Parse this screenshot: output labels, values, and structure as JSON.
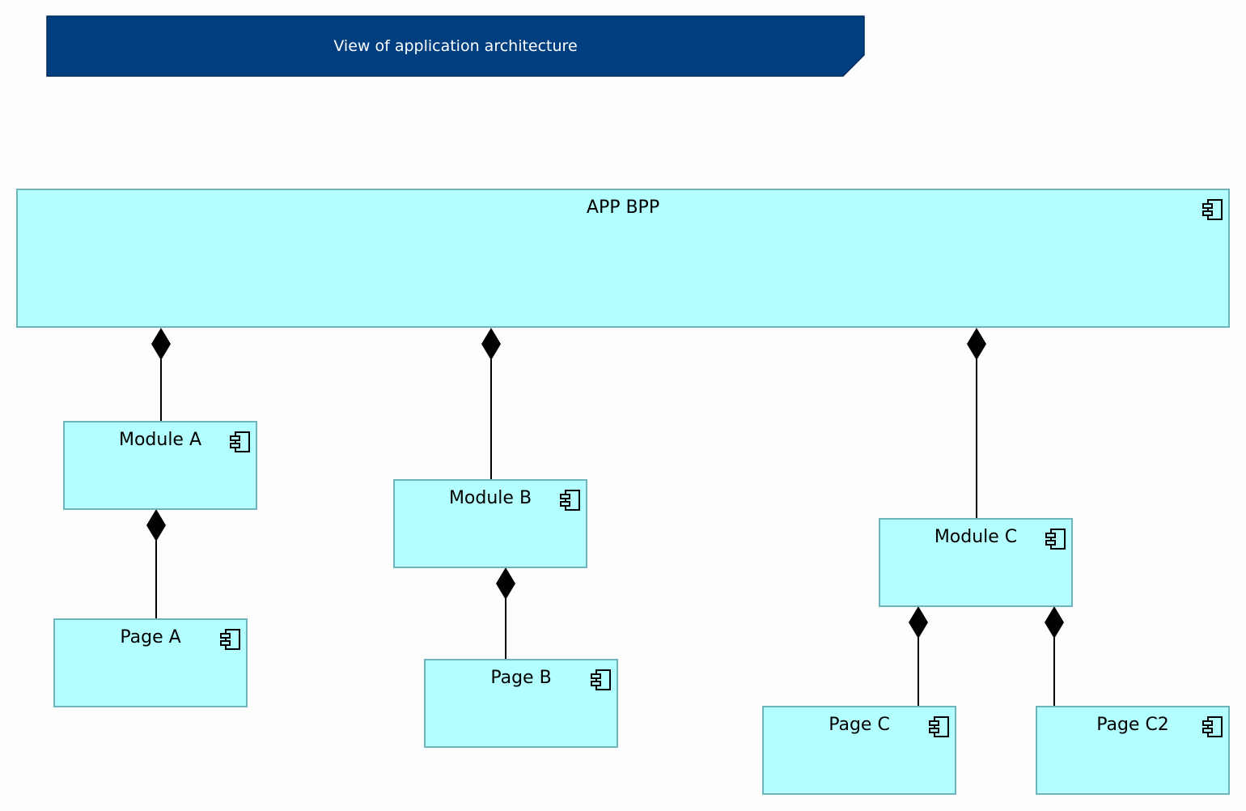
{
  "title": "View of application architecture",
  "colors": {
    "banner_fill": "#003f7f",
    "component_fill": "#b3ffff",
    "component_border": "#6fb4bd",
    "connector": "#000000"
  },
  "nodes": {
    "app": {
      "label": "APP BPP",
      "icon": "application-component-icon"
    },
    "module_a": {
      "label": "Module A",
      "icon": "application-component-icon"
    },
    "module_b": {
      "label": "Module B",
      "icon": "application-component-icon"
    },
    "module_c": {
      "label": "Module C",
      "icon": "application-component-icon"
    },
    "page_a": {
      "label": "Page A",
      "icon": "application-component-icon"
    },
    "page_b": {
      "label": "Page B",
      "icon": "application-component-icon"
    },
    "page_c": {
      "label": "Page C",
      "icon": "application-component-icon"
    },
    "page_c2": {
      "label": "Page C2",
      "icon": "application-component-icon"
    }
  },
  "relationships": [
    {
      "type": "composition",
      "from": "app",
      "to": "module_a"
    },
    {
      "type": "composition",
      "from": "app",
      "to": "module_b"
    },
    {
      "type": "composition",
      "from": "app",
      "to": "module_c"
    },
    {
      "type": "composition",
      "from": "module_a",
      "to": "page_a"
    },
    {
      "type": "composition",
      "from": "module_b",
      "to": "page_b"
    },
    {
      "type": "composition",
      "from": "module_c",
      "to": "page_c"
    },
    {
      "type": "composition",
      "from": "module_c",
      "to": "page_c2"
    }
  ]
}
